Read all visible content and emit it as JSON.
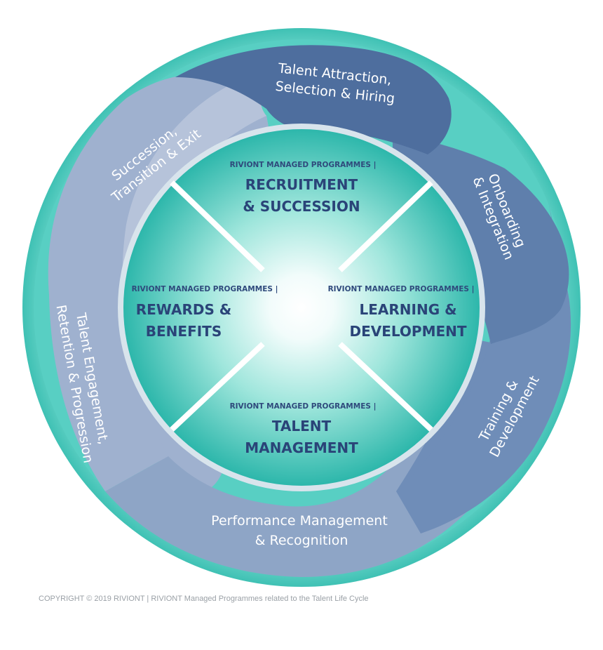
{
  "colors": {
    "outer_ring": "#58cfc3",
    "accent_teal": "#3fc1b4",
    "seg_attraction": "#4e6e9e",
    "seg_onboarding": "#5f7fac",
    "seg_training": "#6f8db8",
    "seg_performance": "#8ea5c6",
    "seg_engagement": "#9fb1cf",
    "seg_succession": "#b6c3da",
    "center_mid": "#9fe6dc",
    "center_edge": "#2db7ab",
    "text_dark": "#2a4478"
  },
  "segments": [
    {
      "id": "attraction",
      "lines": [
        "Talent Attraction,",
        "Selection & Hiring"
      ]
    },
    {
      "id": "onboarding",
      "lines": [
        "Onboarding",
        "& Integration"
      ]
    },
    {
      "id": "training",
      "lines": [
        "Training &",
        "Development"
      ]
    },
    {
      "id": "performance",
      "lines": [
        "Performance Management",
        "& Recognition"
      ]
    },
    {
      "id": "engagement",
      "lines": [
        "Talent Engagement,",
        "Retention & Progression"
      ]
    },
    {
      "id": "succession",
      "lines": [
        "Succession,",
        "Transition & Exit"
      ]
    }
  ],
  "quadrants": {
    "top": {
      "kicker": "RIVIONT MANAGED PROGRAMMES |",
      "title_line1": "RECRUITMENT",
      "title_line2": "& SUCCESSION"
    },
    "left": {
      "kicker": "RIVIONT MANAGED PROGRAMMES |",
      "title_line1": "REWARDS &",
      "title_line2": "BENEFITS"
    },
    "right": {
      "kicker": "RIVIONT MANAGED PROGRAMMES |",
      "title_line1": "LEARNING &",
      "title_line2": "DEVELOPMENT"
    },
    "bottom": {
      "kicker": "RIVIONT MANAGED PROGRAMMES |",
      "title_line1": "TALENT",
      "title_line2": "MANAGEMENT"
    }
  },
  "copyright": "COPYRIGHT © 2019 RIVIONT  |  RIVIONT Managed Programmes related to the Talent Life Cycle"
}
